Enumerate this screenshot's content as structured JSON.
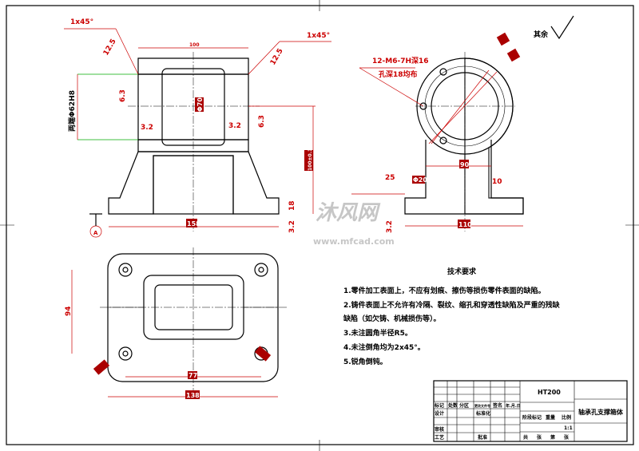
{
  "drawing": {
    "front_view": {
      "chamfer_left": "1x45°",
      "chamfer_right": "1x45°",
      "width_dim": "100",
      "bore_dim": "Φ70",
      "bore_note": "两端Φ62H8",
      "rough_a": "6.3",
      "rough_b": "3.2",
      "rough_c": "3.2",
      "rough_d": "6.3",
      "rough_e": "12.5",
      "rough_f": "12.5",
      "height_dim": "100±0.1",
      "base_h_dim": "18",
      "base_w_dim": "158",
      "base_rough": "3.2",
      "datum": "A"
    },
    "side_view": {
      "thread_note_1": "12-M6-7H深16",
      "thread_note_2": "孔深18均布",
      "others_label": "其余",
      "dim_90": "90",
      "dim_110": "110",
      "dim_10": "10",
      "dim_25": "25",
      "dim_hole": "Φ20",
      "rough": "3.2"
    },
    "plan_view": {
      "dim_width": "138",
      "dim_inner": "77",
      "dim_height": "94"
    }
  },
  "requirements": {
    "title": "技术要求",
    "items": [
      "1.零件加工表面上，不应有划痕、擦伤等损伤零件表面的缺陷。",
      "2.铸件表面上不允许有冷隔、裂纹、缩孔和穿透性缺陷及严重的残缺",
      "缺陷（如欠铸、机械损伤等）。",
      "3.未注圆角半径R5。",
      "4.未注倒角均为2x45°。",
      "5.锐角倒钝。"
    ]
  },
  "title_block": {
    "material": "HT200",
    "part_name": "轴承孔支撑箱体",
    "row_headers": [
      "标记",
      "处数",
      "分区",
      "更改文件号",
      "签名",
      "年.月.日"
    ],
    "design": "设计",
    "standardize": "标准化",
    "review": "审核",
    "process": "工艺",
    "approve": "批准",
    "stage_headers": [
      "阶段标记",
      "重量",
      "比例"
    ],
    "scale": "1:1",
    "sheet": [
      "共",
      "张",
      "第",
      "张"
    ]
  },
  "watermark": {
    "logo": "沐风网",
    "url": "www.mfcad.com"
  }
}
